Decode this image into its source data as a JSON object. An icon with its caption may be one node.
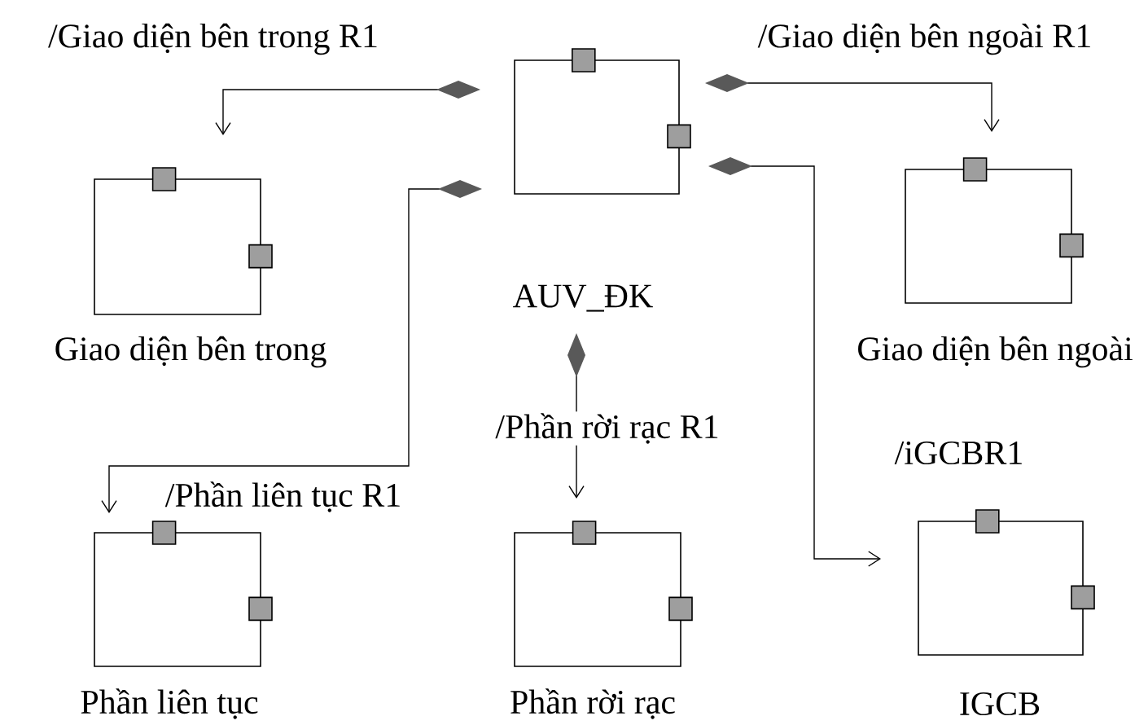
{
  "diagram": {
    "nodes": [
      {
        "text": [
          "AUV_ĐK"
        ]
      },
      {
        "text": [
          "Giao diện bên trong"
        ]
      },
      {
        "text": [
          "Giao diện bên ngoài"
        ]
      },
      {
        "text": [
          "Phần liên tục"
        ]
      },
      {
        "text": [
          "Phần rời rạc"
        ]
      },
      {
        "text": [
          "IGCB"
        ]
      }
    ],
    "edges": [
      {
        "from": 0,
        "to": 1,
        "arrow": "to",
        "label": "/Giao diện bên trong R1"
      },
      {
        "from": 0,
        "to": 2,
        "arrow": "to",
        "label": "/Giao diện bên ngoài R1"
      },
      {
        "from": 0,
        "to": 3,
        "arrow": "to",
        "label": "/Phần liên tục R1"
      },
      {
        "from": 0,
        "to": 4,
        "arrow": "to",
        "label": "/Phần rời rạc R1"
      },
      {
        "from": 0,
        "to": 5,
        "arrow": "to",
        "label": "/iGCBR1"
      }
    ]
  }
}
